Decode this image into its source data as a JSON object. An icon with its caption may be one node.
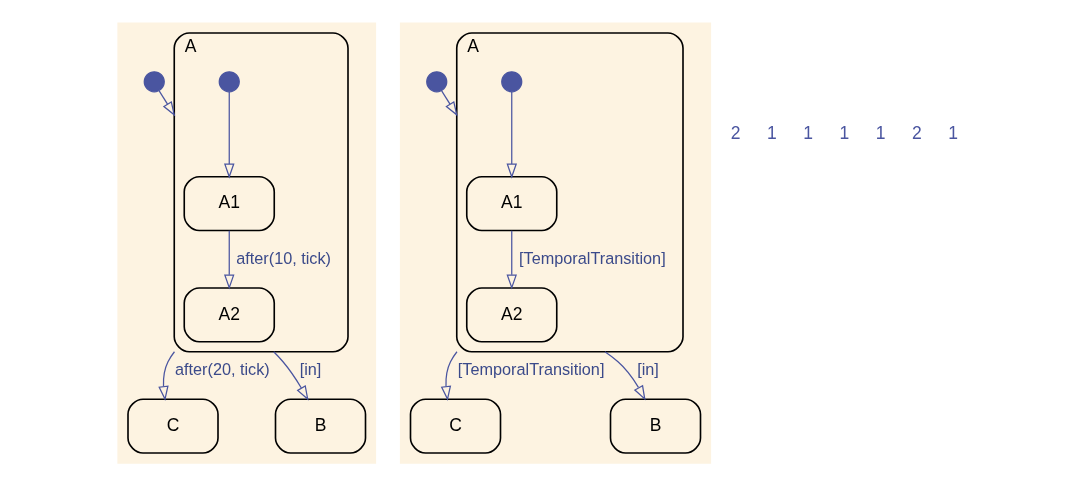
{
  "diagram": {
    "nodes": [
      {
        "text": [],
        "shape": "box"
      },
      {
        "text": [],
        "shape": "circle",
        "in": 0
      },
      {
        "text": [
          "A"
        ],
        "in": 0
      },
      {
        "text": [],
        "shape": "circle",
        "in": 2
      },
      {
        "text": [
          "A1"
        ],
        "in": 2
      },
      {
        "text": [
          "A2"
        ],
        "in": 2
      },
      {
        "text": [
          "C"
        ],
        "in": 0
      },
      {
        "text": [
          "B"
        ],
        "in": 0
      },
      {
        "text": [],
        "shape": "box"
      },
      {
        "text": [],
        "shape": "circle",
        "in": 8
      },
      {
        "text": [
          "A"
        ],
        "in": 8
      },
      {
        "text": [],
        "shape": "circle",
        "in": 10
      },
      {
        "text": [
          "A1"
        ],
        "in": 10
      },
      {
        "text": [
          "A2"
        ],
        "in": 10
      },
      {
        "text": [
          "C"
        ],
        "in": 8
      },
      {
        "text": [
          "B"
        ],
        "in": 8
      }
    ],
    "edges": [
      {
        "from": 1,
        "to": 2,
        "arrow": "to"
      },
      {
        "from": 3,
        "to": 4,
        "arrow": "to"
      },
      {
        "from": 4,
        "to": 5,
        "arrow": "to",
        "label": "after(10, tick)"
      },
      {
        "from": 2,
        "to": 6,
        "arrow": "to",
        "label": "after(20, tick)"
      },
      {
        "from": 2,
        "to": 7,
        "arrow": "to",
        "label": "[in]"
      },
      {
        "from": 9,
        "to": 10,
        "arrow": "to"
      },
      {
        "from": 11,
        "to": 12,
        "arrow": "to"
      },
      {
        "from": 12,
        "to": 13,
        "arrow": "to",
        "label": "[TemporalTransition]"
      },
      {
        "from": 10,
        "to": 14,
        "arrow": "to",
        "label": "[TemporalTransition]"
      },
      {
        "from": 10,
        "to": 15,
        "arrow": "to",
        "label": "[in]"
      }
    ],
    "labels": [
      "2",
      "1",
      "1",
      "1",
      "1",
      "2",
      "1"
    ]
  }
}
